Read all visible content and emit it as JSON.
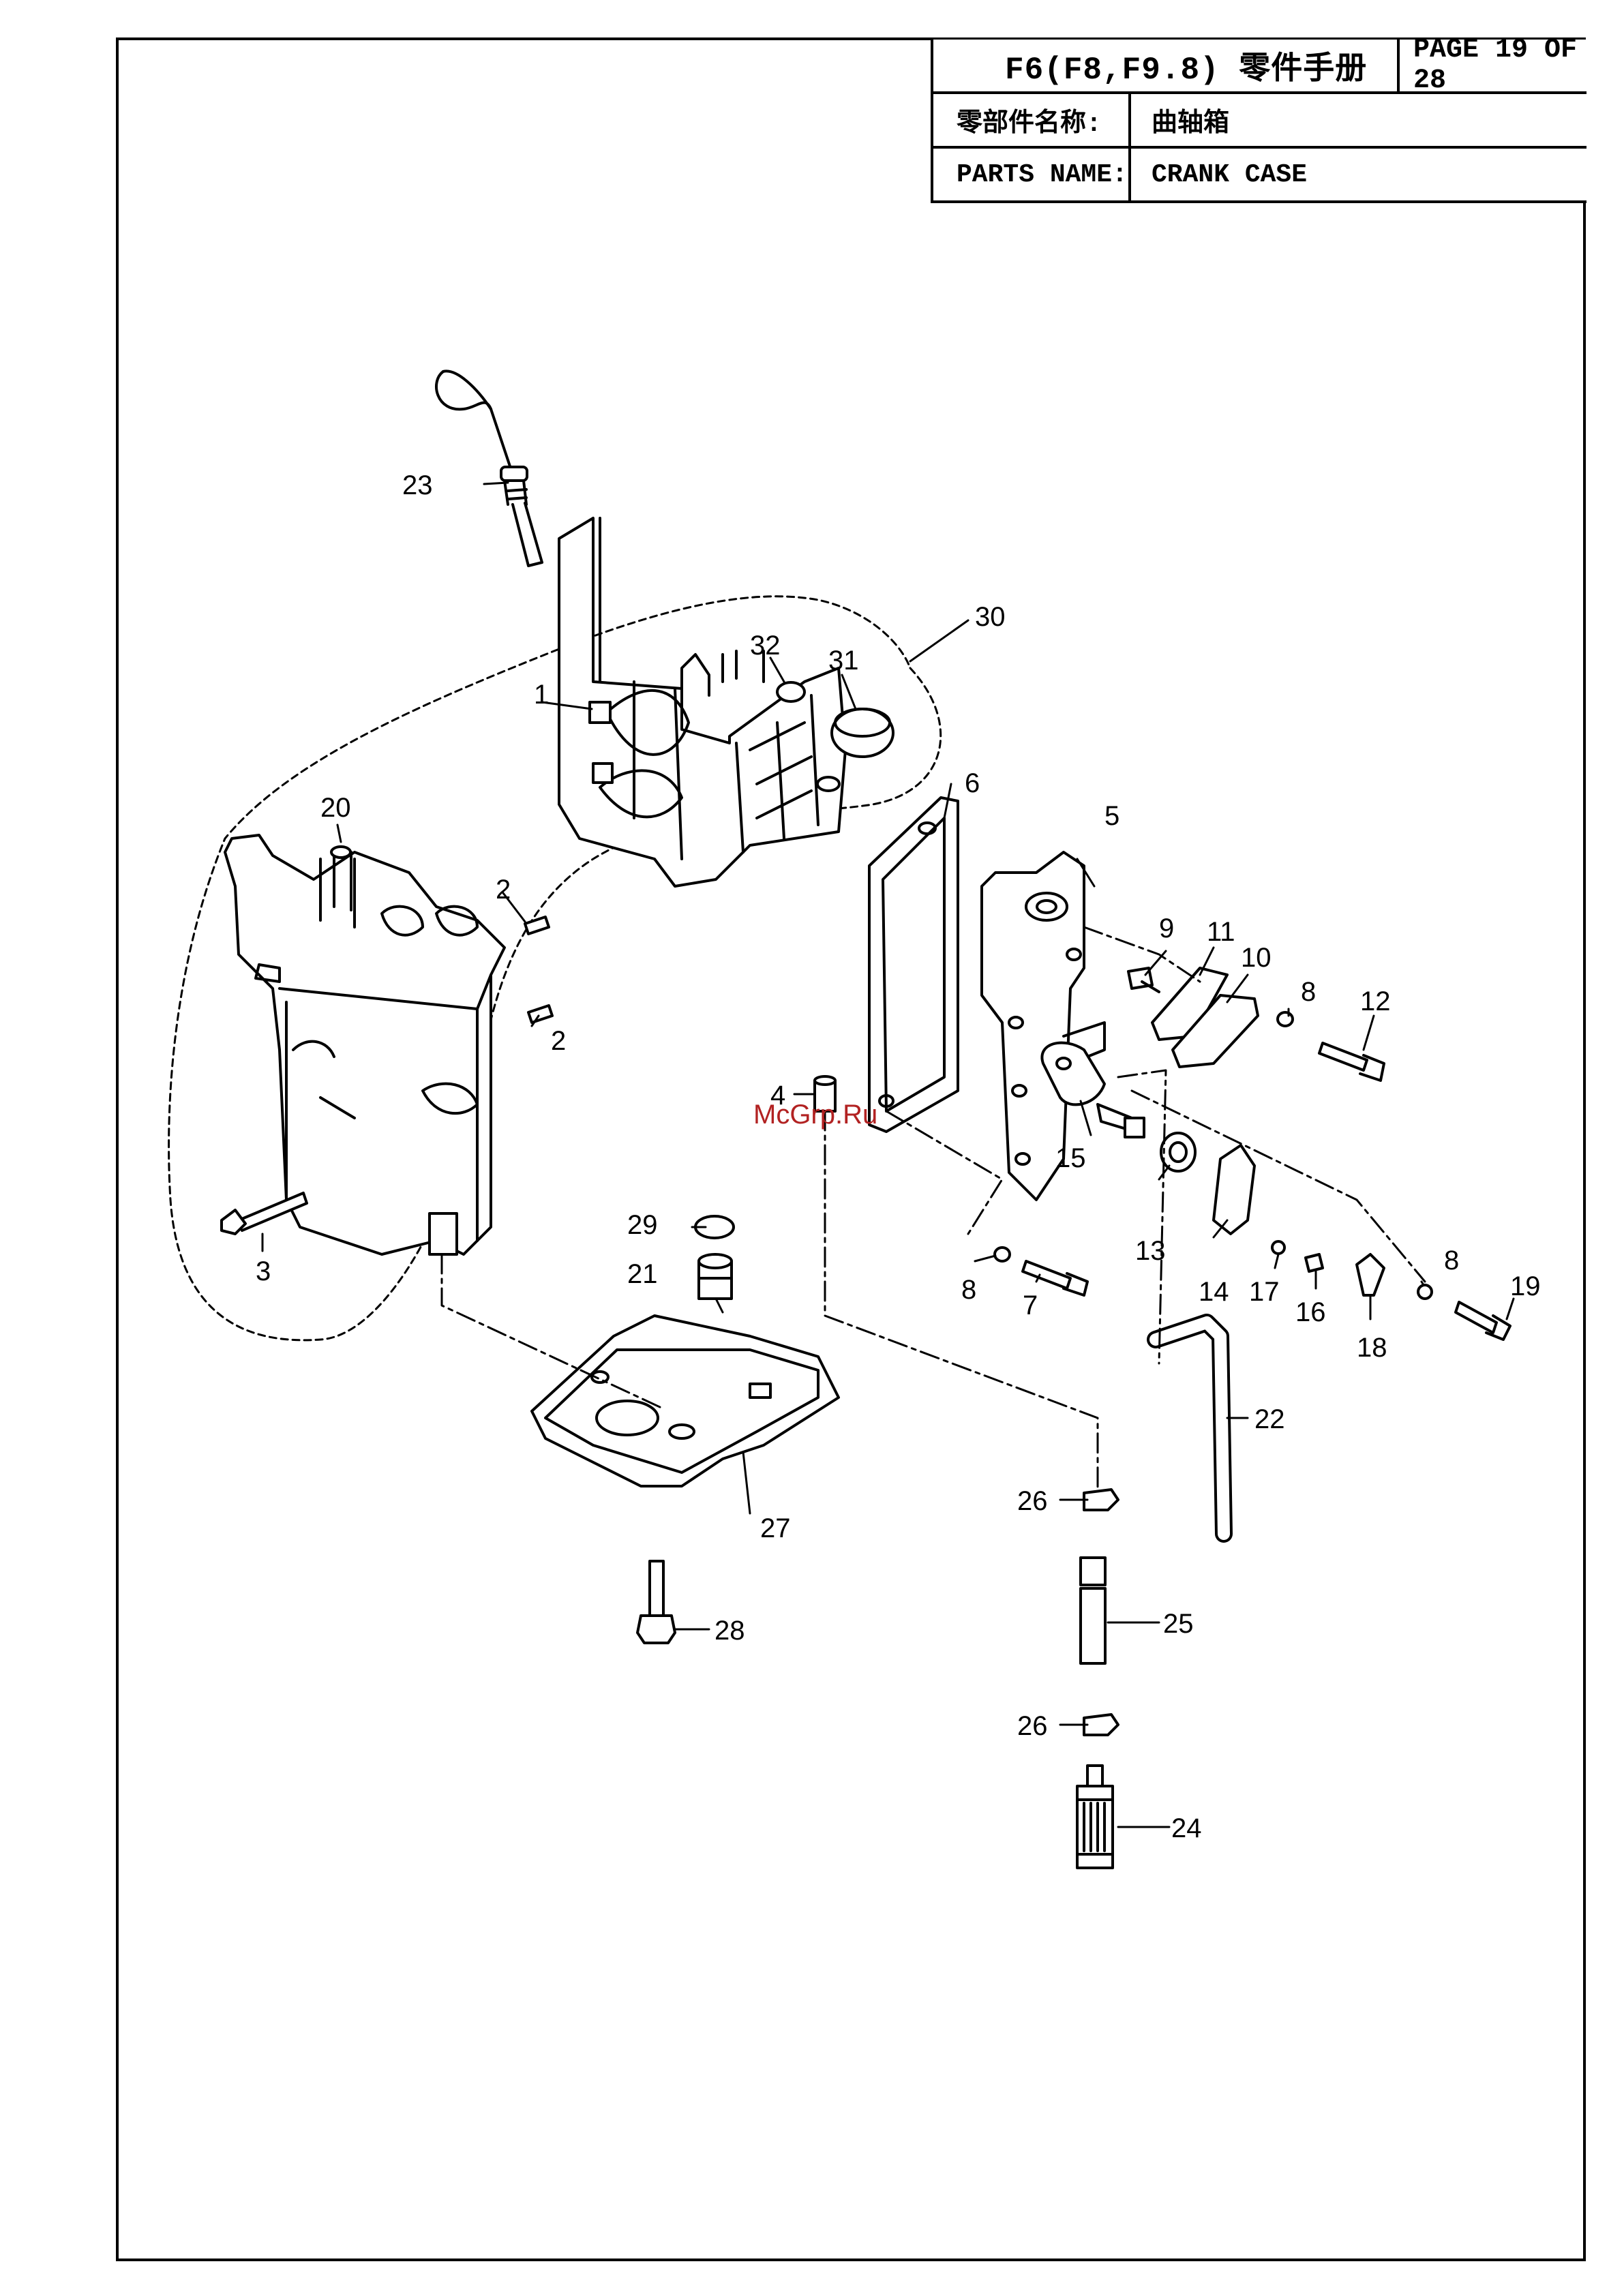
{
  "header": {
    "title": "F6(F8,F9.8) 零件手册",
    "page": "PAGE 19 OF 28",
    "cn_label": "零部件名称:",
    "cn_value": "曲轴箱",
    "en_label": "PARTS NAME:",
    "en_value": "CRANK CASE"
  },
  "watermark": "McGrp.Ru",
  "callouts": {
    "c1": "1",
    "c2a": "2",
    "c2b": "2",
    "c3": "3",
    "c4": "4",
    "c5": "5",
    "c6": "6",
    "c7": "7",
    "c8a": "8",
    "c8b": "8",
    "c8c": "8",
    "c9": "9",
    "c10": "10",
    "c11": "11",
    "c12": "12",
    "c13": "13",
    "c14": "14",
    "c15": "15",
    "c16": "16",
    "c17": "17",
    "c18": "18",
    "c19": "19",
    "c20": "20",
    "c21": "21",
    "c22": "22",
    "c23": "23",
    "c24": "24",
    "c25": "25",
    "c26a": "26",
    "c26b": "26",
    "c27": "27",
    "c28": "28",
    "c29": "29",
    "c30": "30",
    "c31": "31",
    "c32": "32"
  },
  "colors": {
    "ink": "#000000",
    "watermark": "#b22222",
    "background": "#ffffff"
  }
}
